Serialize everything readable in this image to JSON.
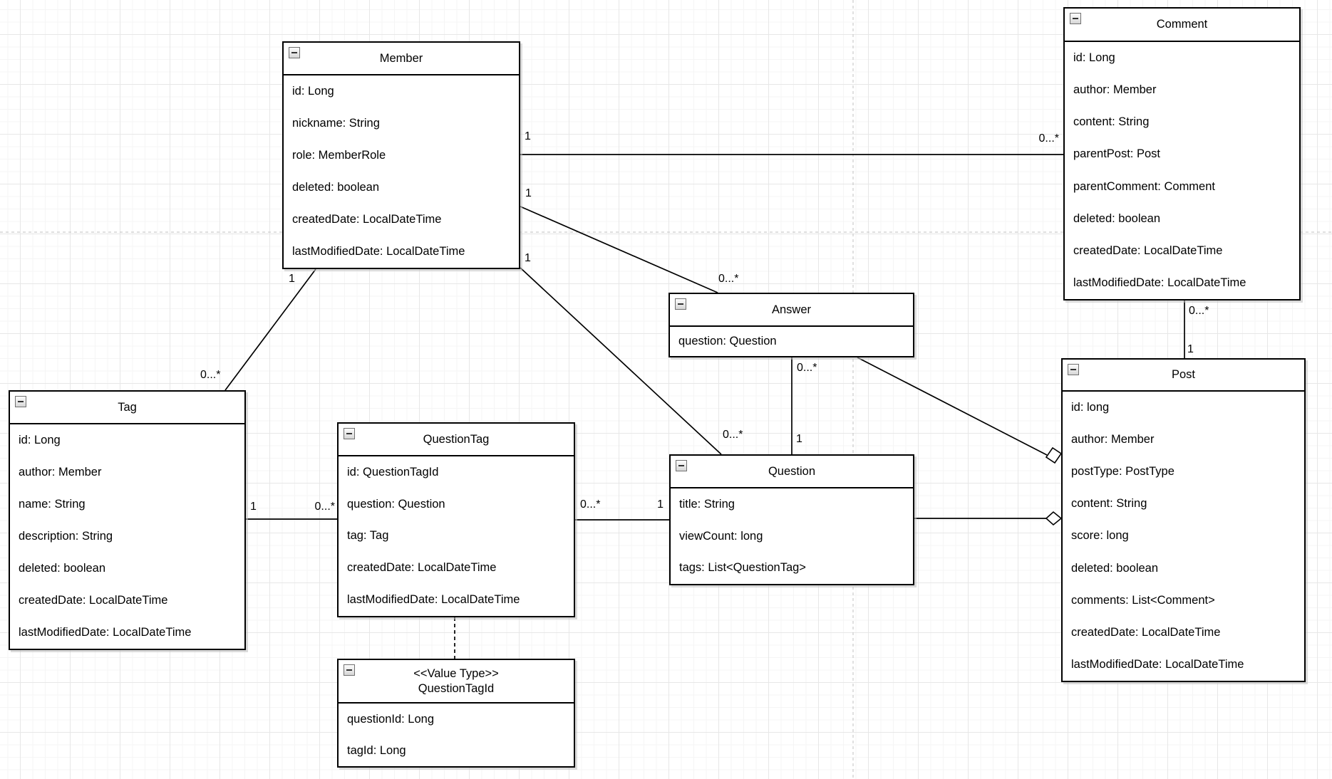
{
  "diagram_type": "uml-class-diagram",
  "colors": {
    "box_border": "#000000",
    "box_fill": "#ffffff",
    "text": "#000000",
    "grid_major": "#e7e7e7",
    "grid_minor": "#f5f5f5",
    "page_guide": "#c0c0c0"
  },
  "icons": {
    "collapse": "minus"
  },
  "classes": [
    {
      "title": "Member",
      "attributes": [
        "id: Long",
        "nickname: String",
        "role: MemberRole",
        "deleted: boolean",
        "createdDate: LocalDateTime",
        "lastModifiedDate: LocalDateTime"
      ]
    },
    {
      "title": "Comment",
      "attributes": [
        "id: Long",
        "author: Member",
        "content: String",
        "parentPost: Post",
        "parentComment: Comment",
        "deleted: boolean",
        "createdDate: LocalDateTime",
        "lastModifiedDate: LocalDateTime"
      ]
    },
    {
      "title": "Tag",
      "attributes": [
        "id: Long",
        "author: Member",
        "name: String",
        "description: String",
        "deleted: boolean",
        "createdDate: LocalDateTime",
        "lastModifiedDate: LocalDateTime"
      ]
    },
    {
      "title": "QuestionTag",
      "attributes": [
        "id: QuestionTagId",
        "question: Question",
        "tag: Tag",
        "createdDate: LocalDateTime",
        "lastModifiedDate: LocalDateTime"
      ]
    },
    {
      "title": "Answer",
      "attributes": [
        "question: Question"
      ]
    },
    {
      "title": "Question",
      "attributes": [
        "title: String",
        "viewCount: long",
        "tags: List<QuestionTag>"
      ]
    },
    {
      "title": "Post",
      "attributes": [
        "id: long",
        "author: Member",
        "postType: PostType",
        "content: String",
        "score: long",
        "deleted: boolean",
        "comments: List<Comment>",
        "createdDate: LocalDateTime",
        "lastModifiedDate: LocalDateTime"
      ]
    },
    {
      "stereotype": "<<Value Type>>",
      "title": "QuestionTagId",
      "attributes": [
        "questionId: Long",
        "tagId: Long"
      ]
    }
  ],
  "relationships": [
    {
      "from": "Member",
      "to": "Comment",
      "type": "association",
      "from_card": "1",
      "to_card": "0...*"
    },
    {
      "from": "Member",
      "to": "Answer",
      "type": "association",
      "from_card": "1",
      "to_card": "0...*"
    },
    {
      "from": "Member",
      "to": "Question",
      "type": "association",
      "from_card": "1",
      "to_card": "0...*"
    },
    {
      "from": "Member",
      "to": "Tag",
      "type": "association",
      "from_card": "1",
      "to_card": "0...*"
    },
    {
      "from": "Tag",
      "to": "QuestionTag",
      "type": "association",
      "from_card": "1",
      "to_card": "0...*"
    },
    {
      "from": "QuestionTag",
      "to": "Question",
      "type": "association",
      "from_card": "0...*",
      "to_card": "1"
    },
    {
      "from": "Answer",
      "to": "Question",
      "type": "association",
      "from_card": "0...*",
      "to_card": "1"
    },
    {
      "from": "Comment",
      "to": "Post",
      "type": "association",
      "from_card": "0...*",
      "to_card": "1"
    },
    {
      "from": "Answer",
      "to": "Post",
      "type": "aggregation"
    },
    {
      "from": "Question",
      "to": "Post",
      "type": "aggregation"
    },
    {
      "from": "QuestionTag",
      "to": "QuestionTagId",
      "type": "dashed-link"
    }
  ]
}
